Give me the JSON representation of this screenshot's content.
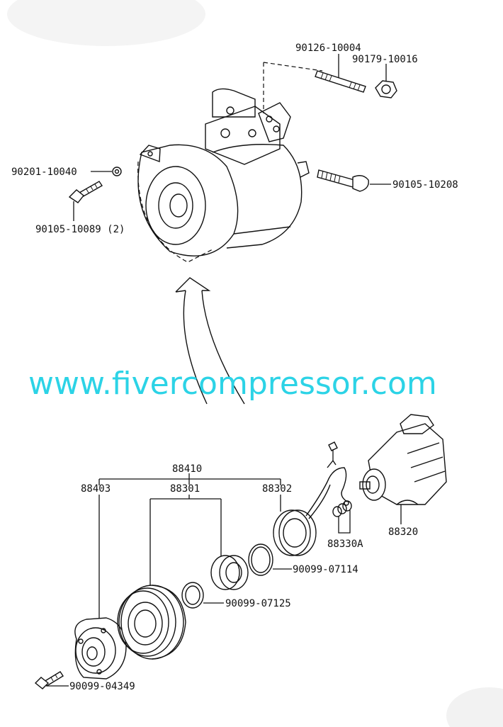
{
  "watermark": "www.fivercompressor.com",
  "top_labels": {
    "stud": "90126-10004",
    "nut": "90179-10016",
    "washer": "90201-10040",
    "bolt_right": "90105-10208",
    "bolt_left": "90105-10089 (2)"
  },
  "bottom_labels": {
    "clutch_assy": "88410",
    "hub": "88403",
    "pulley": "88301",
    "coil": "88302",
    "compressor": "88320",
    "shim": "88330A",
    "snap_ring_a": "90099-07114",
    "snap_ring_b": "90099-07125",
    "hub_bolt": "90099-04349"
  }
}
